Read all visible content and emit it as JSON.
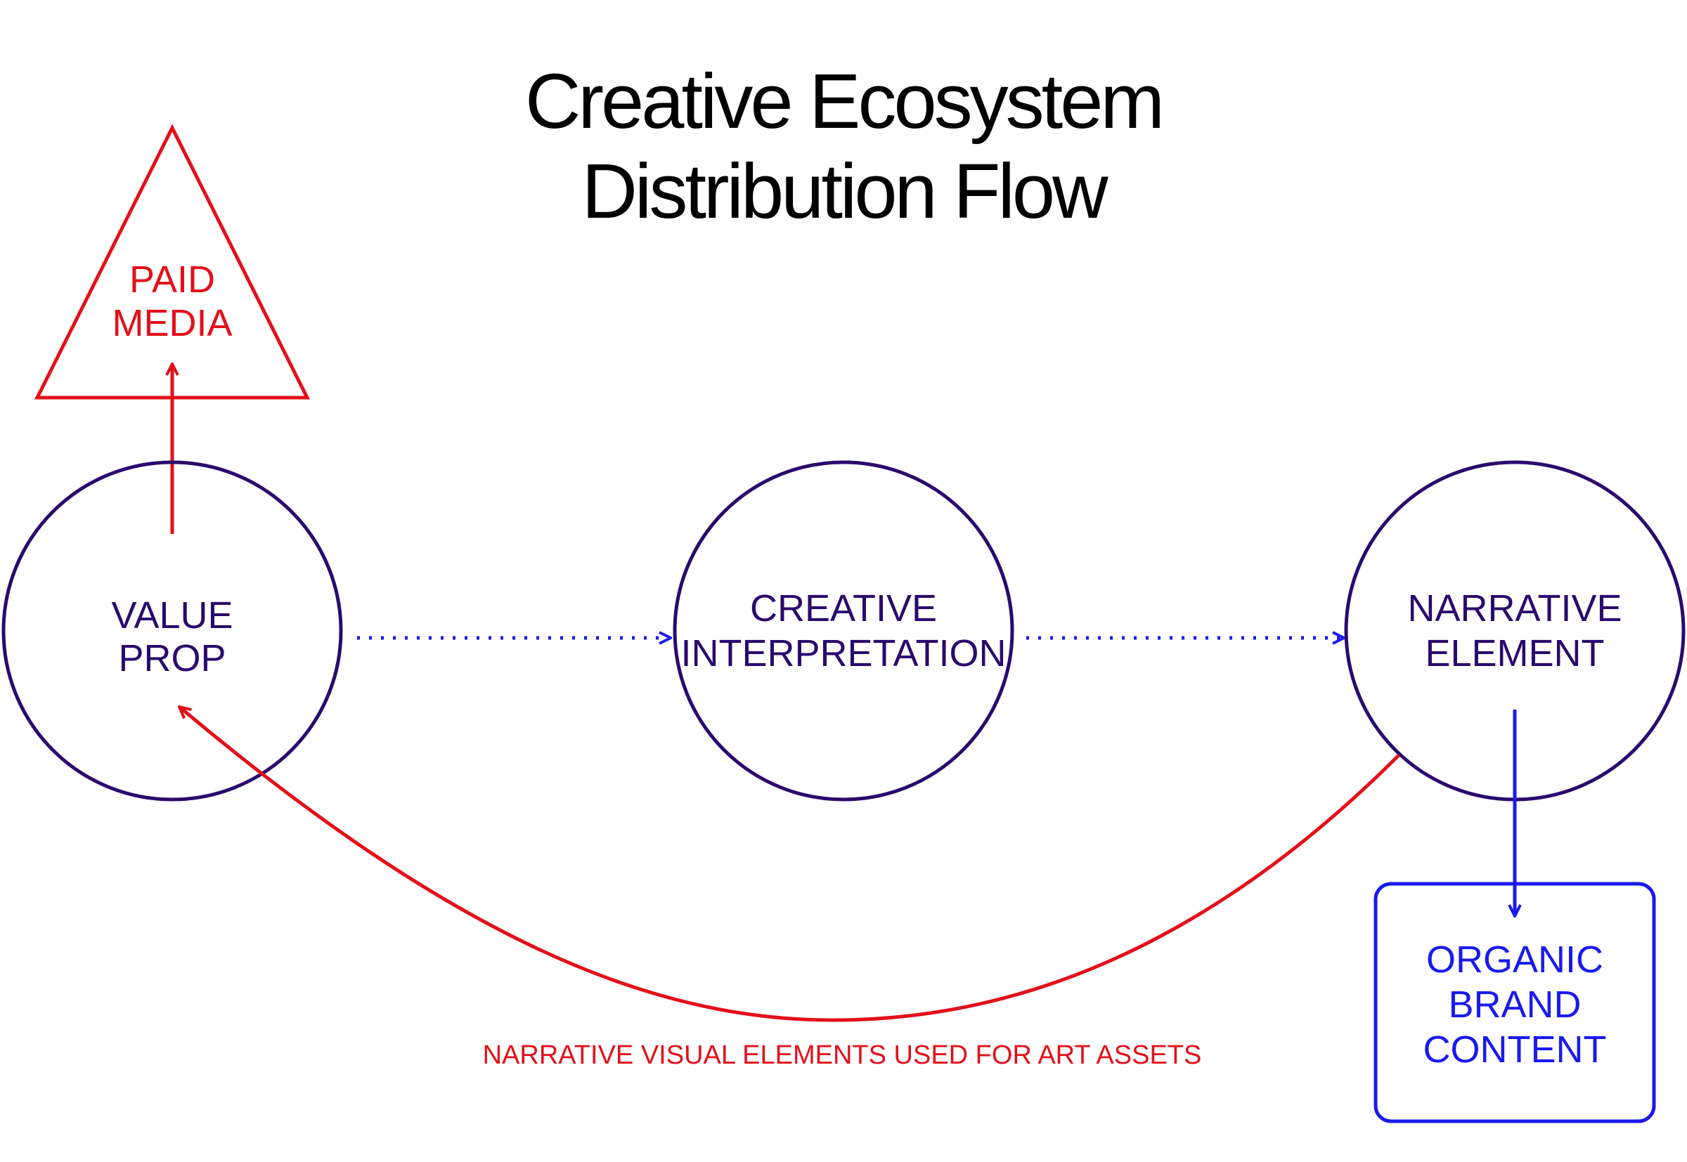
{
  "title": {
    "line1": "Creative Ecosystem",
    "line2": "Distribution Flow"
  },
  "nodes": {
    "paid_media": {
      "line1": "PAID",
      "line2": "MEDIA"
    },
    "value_prop": {
      "line1": "VALUE",
      "line2": "PROP"
    },
    "creative_interpretation": {
      "line1": "CREATIVE",
      "line2": "INTERPRETATION"
    },
    "narrative_element": {
      "line1": "NARRATIVE",
      "line2": "ELEMENT"
    },
    "organic_brand_content": {
      "line1": "ORGANIC",
      "line2": "BRAND",
      "line3": "CONTENT"
    }
  },
  "caption": "NARRATIVE VISUAL ELEMENTS USED FOR ART ASSETS",
  "colors": {
    "paid": "#e3101a",
    "organic": "#1a1aec",
    "circle": "#2a0a6e",
    "title": "#000000"
  }
}
